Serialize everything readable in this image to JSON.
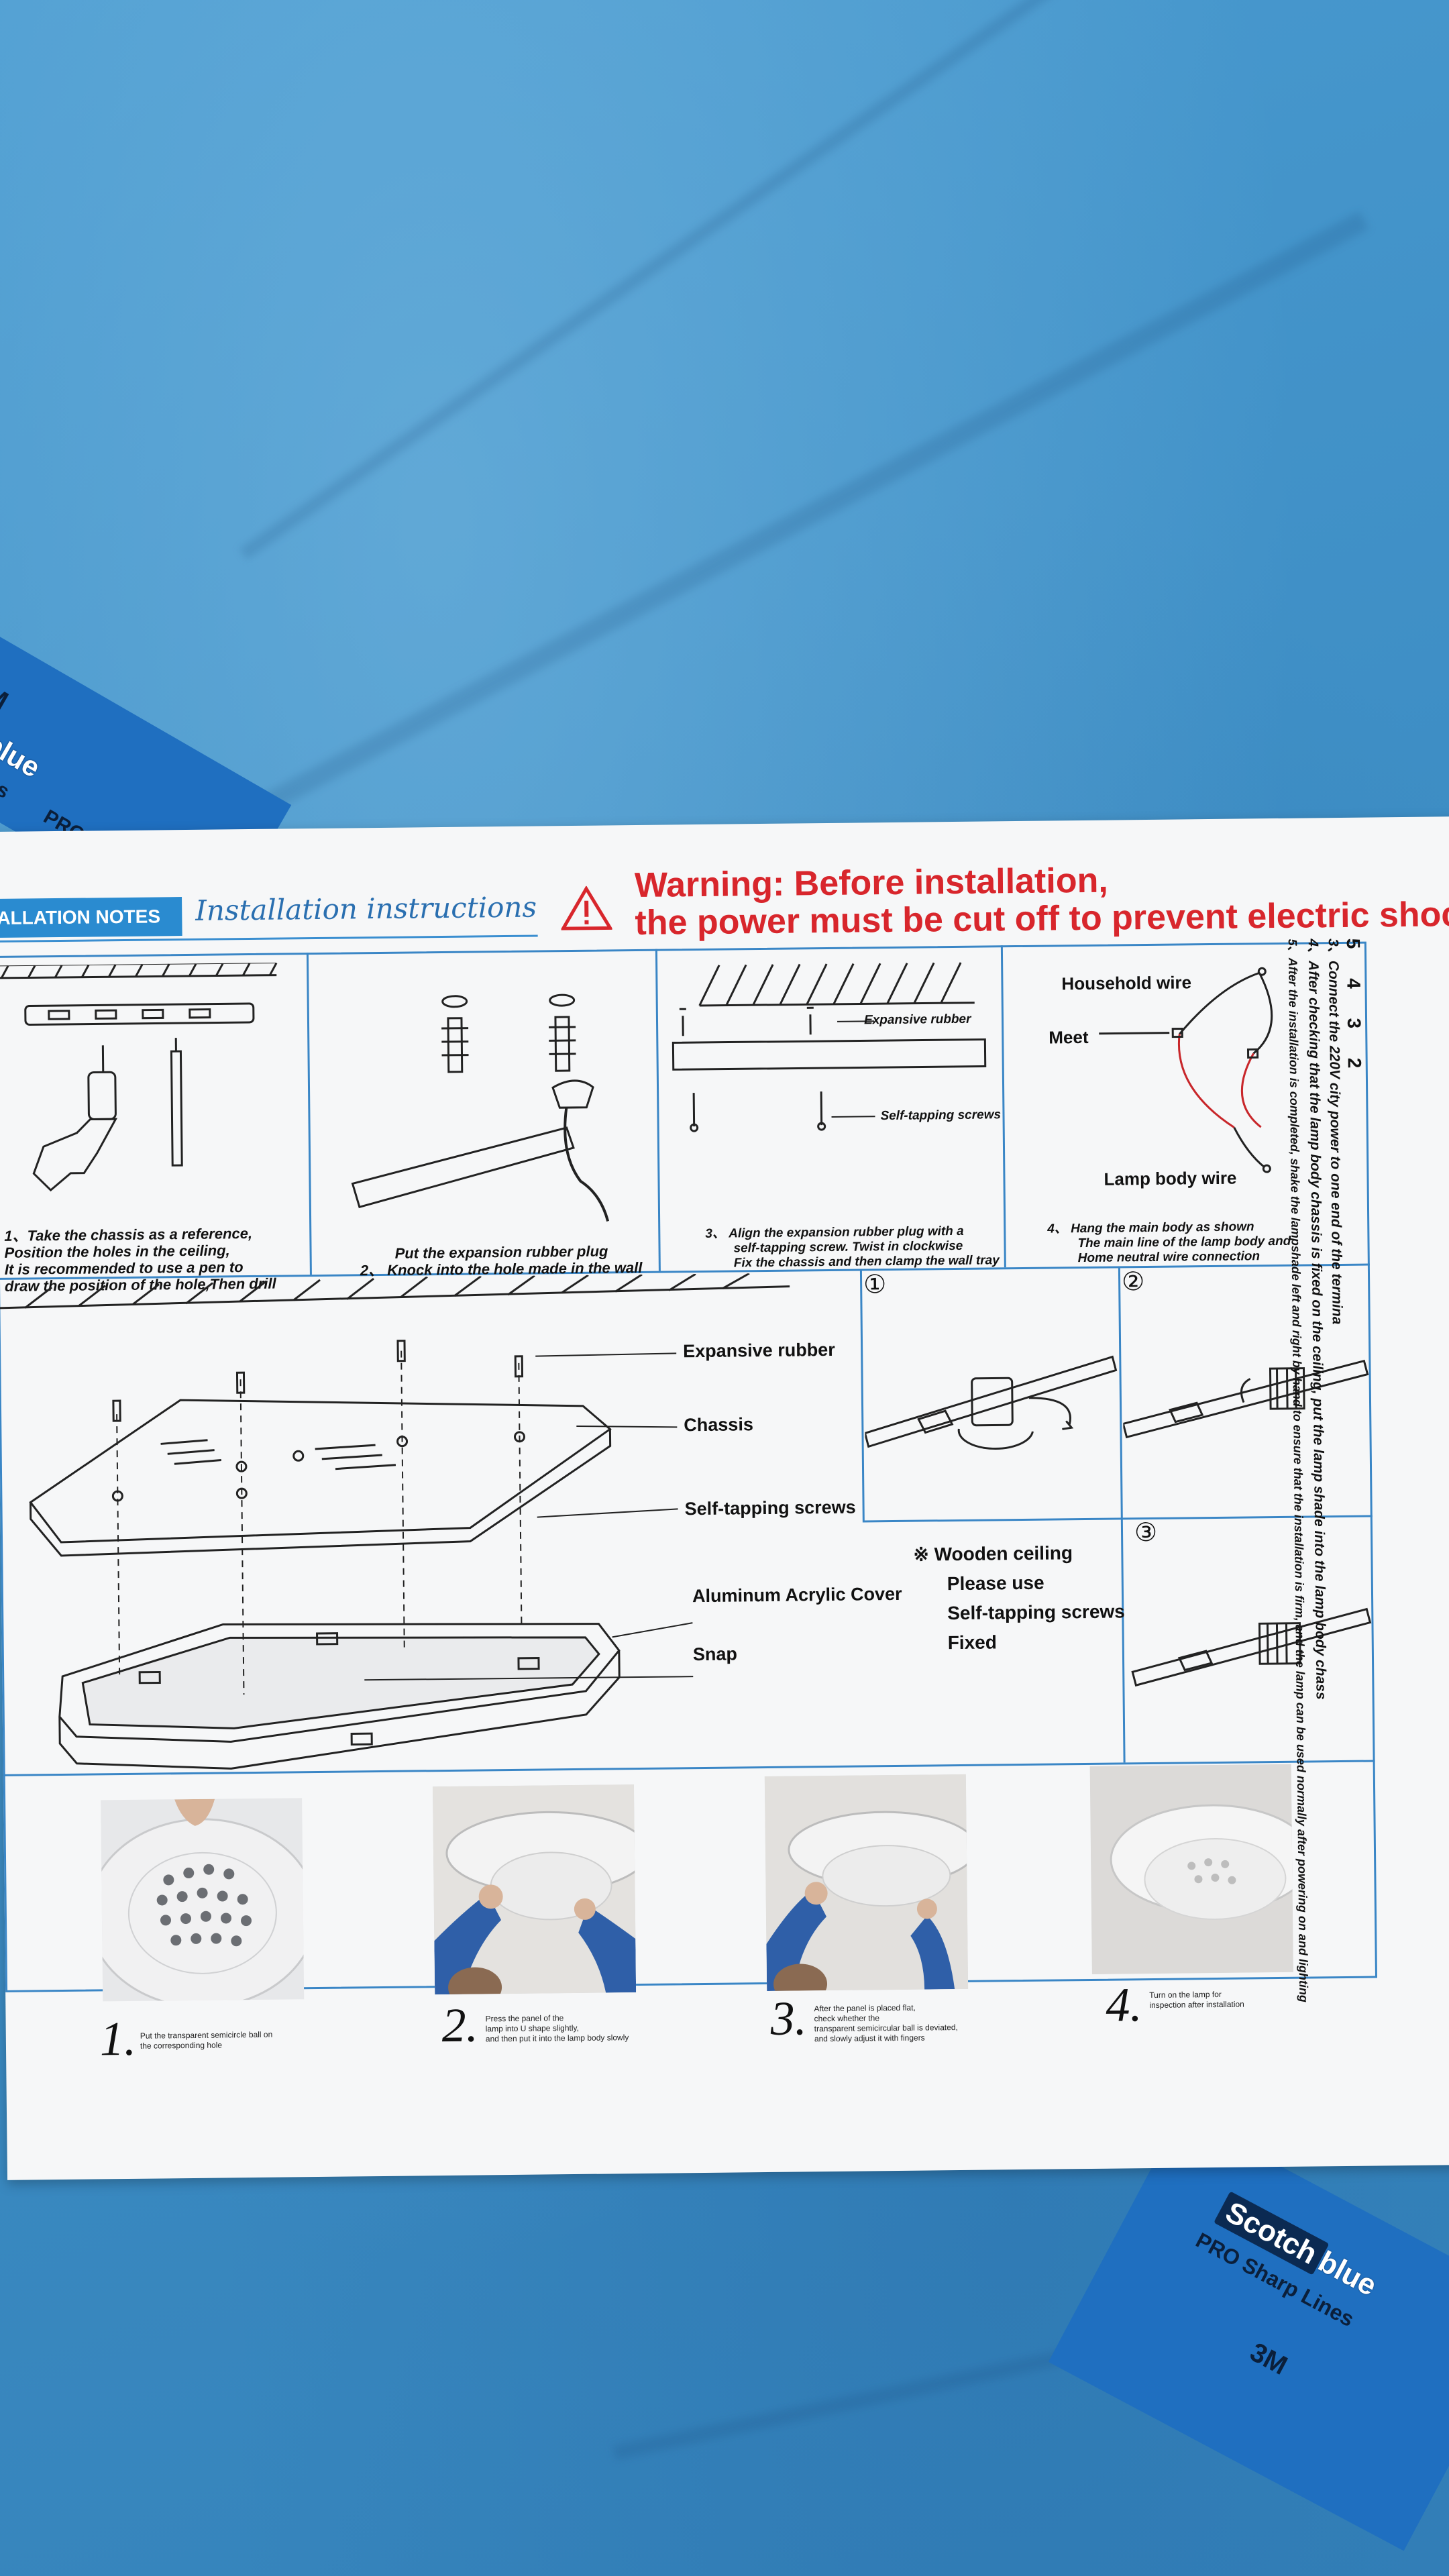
{
  "tape": {
    "brand_3m": "3M",
    "scotch": "Scotch",
    "blue": "blue",
    "tagline": "PRO Sharp Lines",
    "pro": "PRO"
  },
  "header": {
    "notes_label": "ALLATION NOTES",
    "script_title": "Installation instructions",
    "warning_line1": "Warning: Before installation,",
    "warning_line2": "the power must be cut off to prevent electric shock."
  },
  "steps_top": [
    {
      "line1": "1、Take the chassis as a reference,",
      "line2": "Position the holes in the ceiling,",
      "line3": "It is recommended to use a pen to",
      "line4": "draw the position of the hole,Then drill"
    },
    {
      "line1": "Put the expansion rubber plug",
      "line2": "2、 Knock into the hole made in the wall"
    },
    {
      "line1": "3、 Align the expansion rubber plug with a",
      "line2": "self-tapping screw.  Twist in clockwise",
      "line3": "Fix the chassis and then clamp the wall tray"
    },
    {
      "line1": "4、 Hang the main body as shown",
      "line2": "The main line of the lamp body and",
      "line3": "Home neutral wire connection"
    }
  ],
  "panel3_labels": {
    "rubber": "Expansive rubber",
    "screws": "Self-tapping screws"
  },
  "panel4_labels": {
    "household": "Household wire",
    "meet": "Meet",
    "lamp": "Lamp body wire"
  },
  "exploded_labels": {
    "rubber": "Expansive rubber",
    "chassis": "Chassis",
    "screws": "Self-tapping screws",
    "cover": "Aluminum Acrylic Cover",
    "snap": "Snap"
  },
  "wooden_note": {
    "line1": "※ Wooden ceiling",
    "line2": "Please use",
    "line3": "Self-tapping screws",
    "line4": "Fixed"
  },
  "circled": {
    "one": "①",
    "two": "②",
    "three": "③"
  },
  "side_text": {
    "numbers": "5 4 3 2",
    "row3": "3、Connect the 220V city power to one end of the termina",
    "row4": "4、After checking that the lamp body chassis is fixed on the ceiling, put the lamp shade into the lamp body chass",
    "row5": "5、After the installation is completed, shake the lampshade left and right by hand to ensure that the installation is firm, and the lamp can be used normally after powering on and lighting"
  },
  "photos": [
    {
      "num": "1.",
      "cap1": "Put the transparent semicircle ball on",
      "cap2": "the corresponding hole"
    },
    {
      "num": "2.",
      "cap1": "Press the panel of the",
      "cap2": "lamp into U shape slightly,",
      "cap3": "and then put it into the lamp body slowly"
    },
    {
      "num": "3.",
      "cap1": "After the panel is placed flat,",
      "cap2": "check whether the",
      "cap3": "transparent semicircular ball is deviated,",
      "cap4": "and slowly adjust it with fingers"
    },
    {
      "num": "4.",
      "cap1": "Turn on the lamp for",
      "cap2": "inspection after installation"
    }
  ]
}
